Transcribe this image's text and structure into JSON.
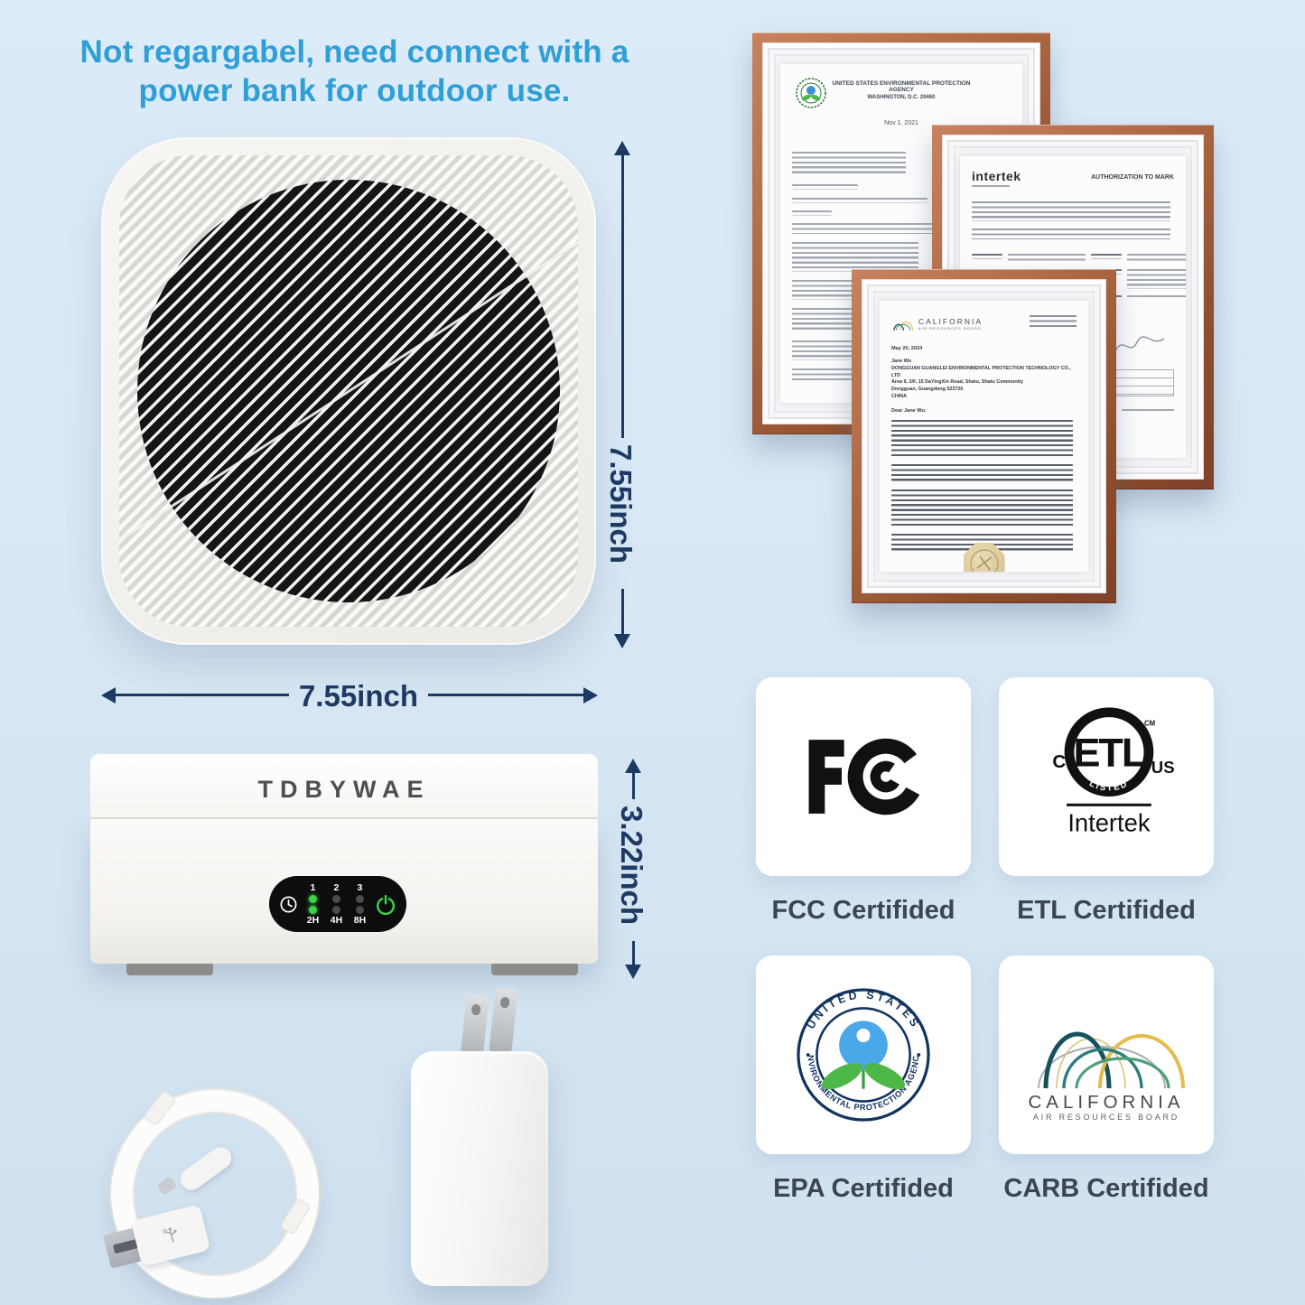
{
  "heading": {
    "line1": "Not regargabel, need connect with a",
    "line2": "power bank for outdoor use.",
    "color": "#2f9fd8"
  },
  "dimensions": {
    "top_view_height": "7.55inch",
    "top_view_width": "7.55inch",
    "side_view_height": "3.22inch",
    "color": "#1d3a63"
  },
  "device": {
    "brand": "TDBYWAE",
    "panel": {
      "speed_labels": [
        "1",
        "2",
        "3"
      ],
      "timer_labels": [
        "2H",
        "4H",
        "8H"
      ],
      "active_led_color": "#3bd34a",
      "inactive_led_color": "#4a4a4a",
      "icons": [
        "clock-icon",
        "power-icon"
      ]
    }
  },
  "certificates": {
    "epa_letter": {
      "header_line1": "UNITED STATES ENVIRONMENTAL PROTECTION AGENCY",
      "header_line2": "WASHINGTON, D.C. 20460",
      "date": "Nov 1, 2021"
    },
    "intertek": {
      "logo_text": "intertek",
      "title": "AUTHORIZATION TO MARK"
    },
    "carb_letter": {
      "logo_line1": "CALIFORNIA",
      "logo_line2": "AIR RESOURCES BOARD",
      "date": "May 20, 2024",
      "recipient": "Jane Wu",
      "company": "DONGGUAN GUANGLEI ENVIRONMENTAL PROTECTION TECHNOLOGY CO., LTD",
      "address_line1": "Area 9, 2/F, 15 DaYingXin Road, Shatu, Shatu Community",
      "address_line2": "Dongguan, Guangdong 523726",
      "address_line3": "CHINA",
      "salutation": "Dear Jane Wu:"
    }
  },
  "badges": {
    "fcc": {
      "label": "FCC Certifided"
    },
    "etl": {
      "label": "ETL Certifided",
      "mark_letters": "ETL",
      "listed": "LISTED",
      "c": "C",
      "us": "US",
      "cm": "CM",
      "intertek": "Intertek"
    },
    "epa": {
      "label": "EPA Certifided",
      "seal_top": "UNITED STATES",
      "seal_bottom": "ENVIRONMENTAL PROTECTION AGENCY"
    },
    "carb": {
      "label": "CARB Certifided",
      "line1": "CALIFORNIA",
      "line2": "AIR RESOURCES BOARD"
    }
  }
}
